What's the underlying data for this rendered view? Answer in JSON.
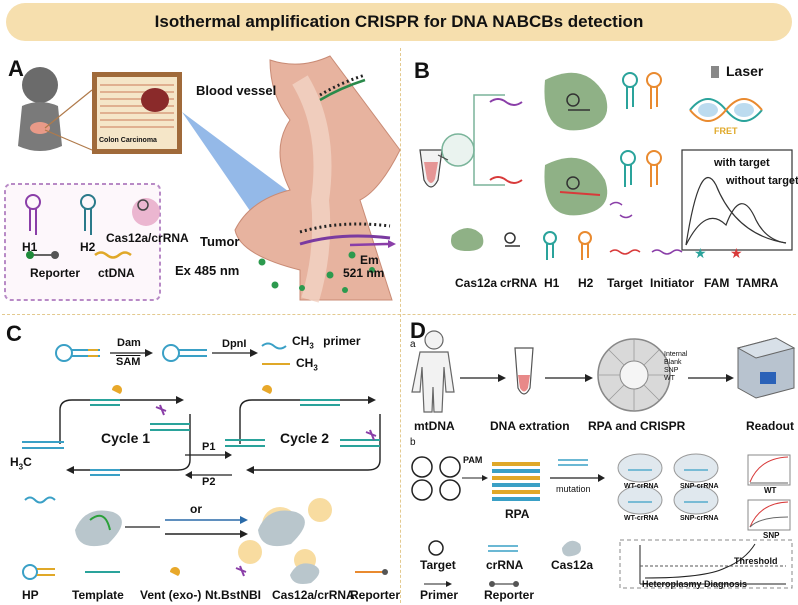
{
  "title": "Isothermal amplification CRISPR for DNA NABCBs detection",
  "panels": {
    "a": {
      "label": "A",
      "blood_vessel": "Blood vessel",
      "colon": "Colon Carcinoma",
      "tumor": "Tumor",
      "ex": "Ex 485 nm",
      "em": "Em",
      "em_nm": "521 nm",
      "legend": {
        "h1": "H1",
        "h2": "H2",
        "cas": "Cas12a/crRNA",
        "reporter": "Reporter",
        "ctdna": "ctDNA"
      }
    },
    "b": {
      "label": "B",
      "laser": "Laser",
      "fret": "FRET",
      "with_target": "with target",
      "without_target": "without target",
      "legend": {
        "cas12a": "Cas12a",
        "crrna": "crRNA",
        "h1": "H1",
        "h2": "H2",
        "target": "Target",
        "initiator": "Initiator",
        "fam": "FAM",
        "tamra": "TAMRA"
      }
    },
    "c": {
      "label": "C",
      "dam": "Dam",
      "sam": "SAM",
      "dpni": "DpnI",
      "ch3_primer": "CH",
      "primer": "primer",
      "ch3": "CH",
      "cycle1": "Cycle 1",
      "cycle2": "Cycle 2",
      "p1": "P1",
      "p2": "P2",
      "h3c": "H",
      "or": "or",
      "legend": {
        "hp": "HP",
        "template": "Template",
        "vent": "Vent (exo-)",
        "nt": "Nt.BstNBI",
        "cas": "Cas12a/crRNA",
        "reporter": "Reporter"
      }
    },
    "d": {
      "label": "D",
      "a": "a",
      "b": "b",
      "mtdna": "mtDNA",
      "dna_extraction": "DNA extration",
      "rpa_crispr": "RPA and CRISPR",
      "readout": "Readout",
      "wheel": {
        "internal": "Internal",
        "blank": "Blank",
        "snp": "SNP",
        "wt": "WT"
      },
      "pam": "PAM",
      "rpa": "RPA",
      "mutation": "mutation",
      "wt_crrna": "WT-crRNA",
      "snp_crrna": "SNP-crRNA",
      "wt": "WT",
      "snp": "SNP",
      "threshold": "Threshold",
      "heteroplasmy": "Heteroplasmy Diagnosis",
      "legend": {
        "target": "Target",
        "crrna": "crRNA",
        "cas12a": "Cas12a",
        "primer": "Primer",
        "reporter": "Reporter"
      }
    }
  },
  "colors": {
    "title_bg": "#f6dfae",
    "divider": "#e3c98f",
    "purple": "#8a3ea8",
    "teal": "#2aa39b",
    "orange": "#e98a2f",
    "green_blob": "#8fb186",
    "tissue": "#e7b39f"
  }
}
